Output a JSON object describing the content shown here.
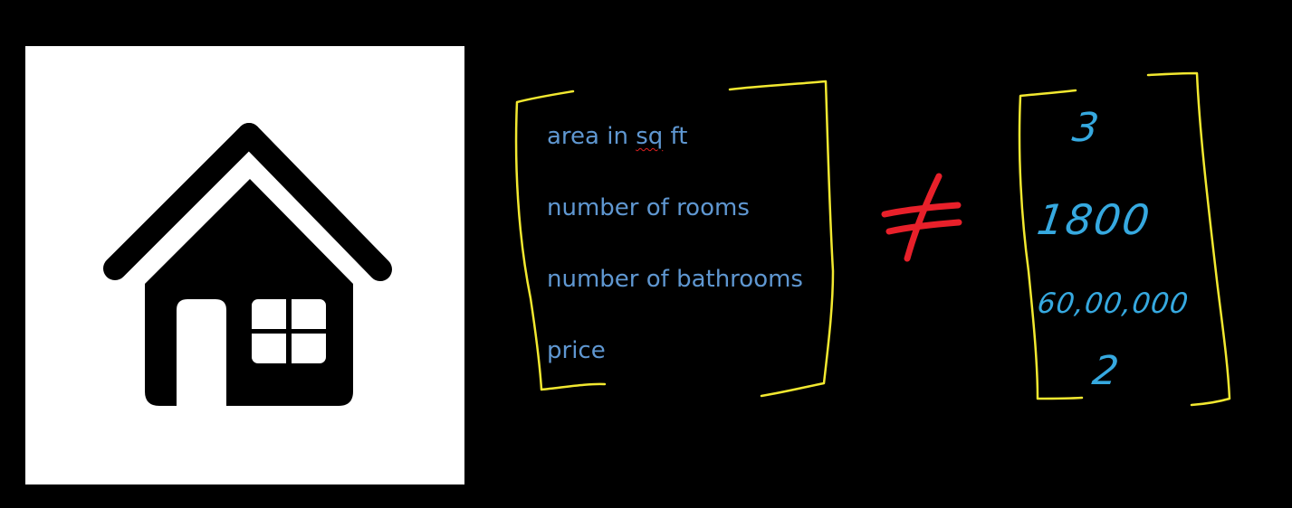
{
  "colors": {
    "background": "#000000",
    "panel": "#ffffff",
    "house": "#000000",
    "feature_text": "#5f97d1",
    "bracket": "#f2e830",
    "not_equal": "#e8202a",
    "handwritten_values": "#36a9e0"
  },
  "icons": {
    "house": "house-icon",
    "not_equal": "not-equal-sign"
  },
  "features": {
    "area_prefix": "area in ",
    "area_unit": "sq",
    "area_suffix": " ft",
    "rooms": "number of rooms",
    "bathrooms": "number of bathrooms",
    "price": "price"
  },
  "values": {
    "v1": "3",
    "v2": "1800",
    "v3": "60,00,000",
    "v4": "2"
  }
}
